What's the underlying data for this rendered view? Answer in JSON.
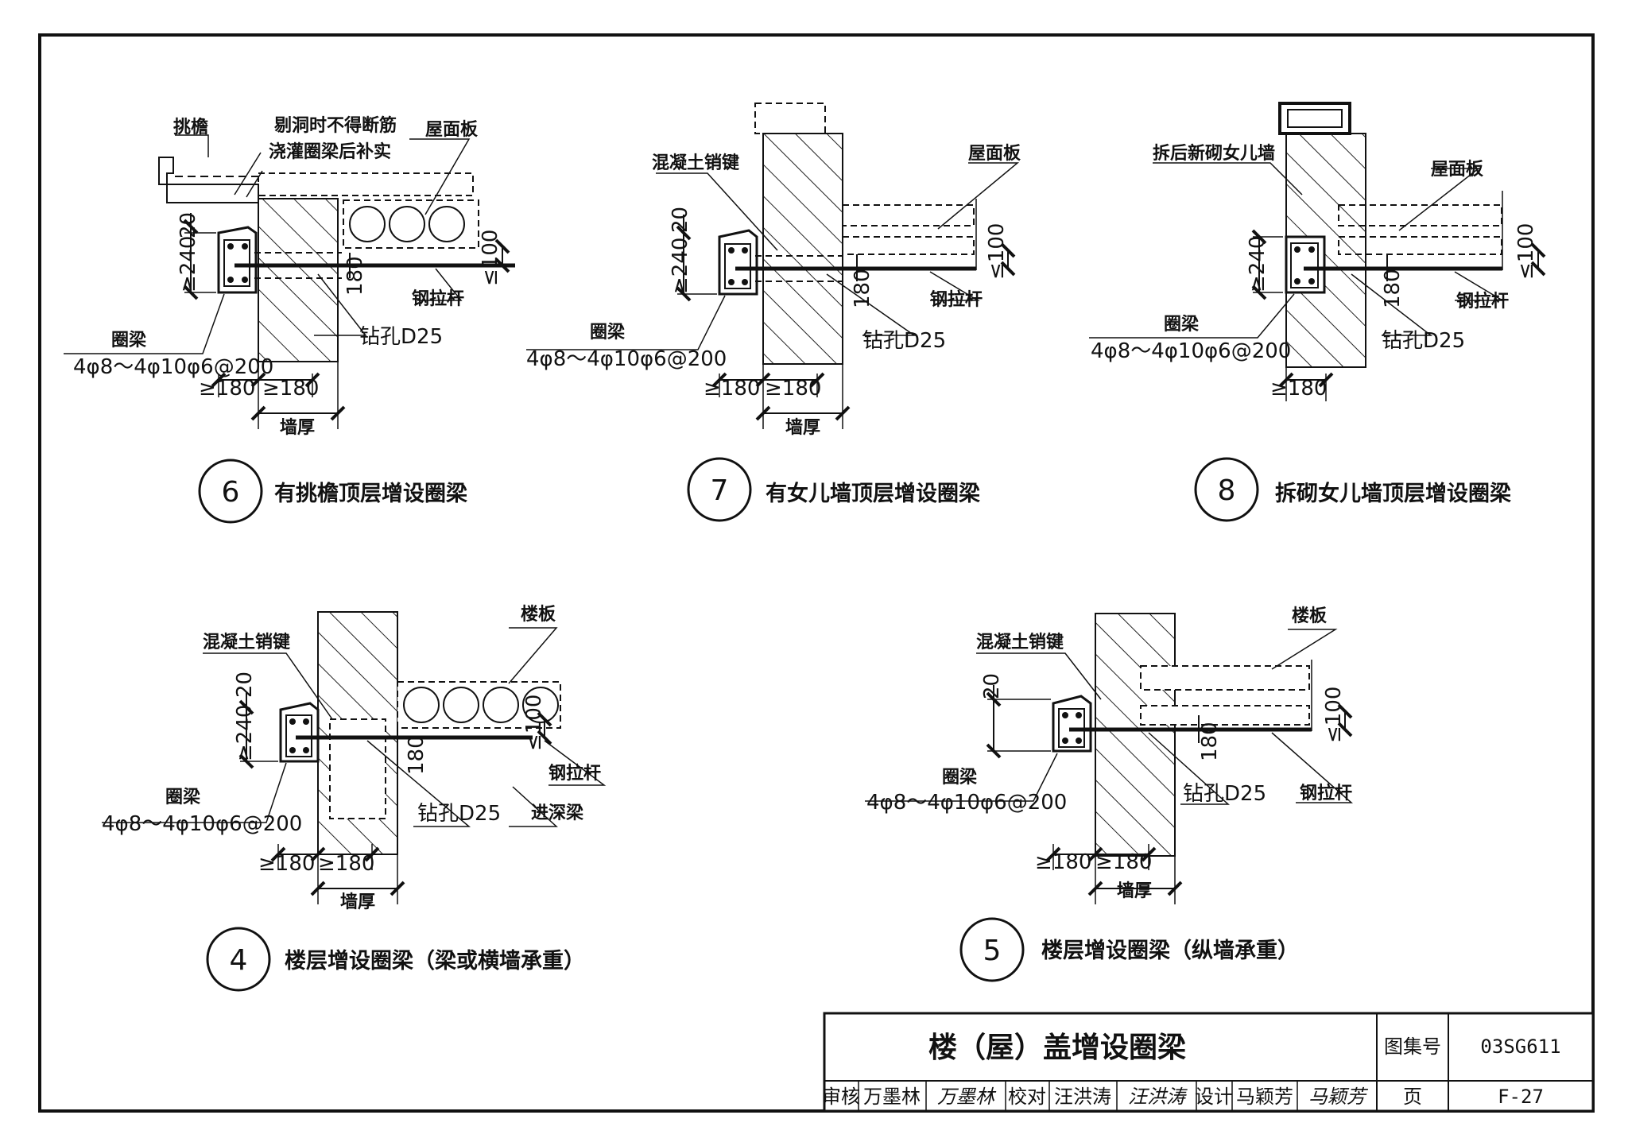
{
  "sheet": {
    "title": "楼（屋）盖增设圈梁",
    "atlas_label": "图集号",
    "atlas_no": "03SG611",
    "page_label": "页",
    "page_no": "F-27",
    "review_label": "审核",
    "reviewer": "万墨林",
    "reviewer_sign": "万墨林",
    "check_label": "校对",
    "checker": "汪洪涛",
    "checker_sign": "汪洪涛",
    "design_label": "设计",
    "designer": "马颖芳",
    "designer_sign": "马颖芳"
  },
  "details": {
    "d6": {
      "number": "6",
      "caption": "有挑檐顶层增设圈梁",
      "eave": "挑檐",
      "note1": "剔洞时不得断筋",
      "note2": "浇灌圈梁后补实",
      "slab": "屋面板",
      "ring_beam": "圈梁",
      "ring_rebar": "4φ8～4φ10φ6@200",
      "tie_rod": "钢拉杆",
      "drill": "钻孔D25",
      "dim_240": "≥240",
      "dim_20": "20",
      "dim_100": "≤100",
      "dim_180v": "180",
      "dim_180a": "≥180",
      "dim_180b": "≥180",
      "wall": "墙厚"
    },
    "d7": {
      "number": "7",
      "caption": "有女儿墙顶层增设圈梁",
      "key": "混凝土销键",
      "slab": "屋面板",
      "ring_beam": "圈梁",
      "ring_rebar": "4φ8～4φ10φ6@200",
      "tie_rod": "钢拉杆",
      "drill": "钻孔D25",
      "dim_240": "≥240",
      "dim_20": "20",
      "dim_100": "≤100",
      "dim_180v": "180",
      "dim_180a": "≥180",
      "dim_180b": "≥180",
      "wall": "墙厚"
    },
    "d8": {
      "number": "8",
      "caption": "拆砌女儿墙顶层增设圈梁",
      "parapet": "拆后新砌女儿墙",
      "slab": "屋面板",
      "ring_beam": "圈梁",
      "ring_rebar": "4φ8～4φ10φ6@200",
      "tie_rod": "钢拉杆",
      "drill": "钻孔D25",
      "dim_240": "≥240",
      "dim_100": "≤100",
      "dim_180v": "180",
      "dim_180a": "≥180"
    },
    "d4": {
      "number": "4",
      "caption": "楼层增设圈梁（梁或横墙承重）",
      "key": "混凝土销键",
      "slab": "楼板",
      "ring_beam": "圈梁",
      "ring_rebar": "4φ8～4φ10φ6@200",
      "tie_rod": "钢拉杆",
      "drill": "钻孔D25",
      "beam": "进深梁",
      "dim_240": "≥240",
      "dim_20": "20",
      "dim_100": "≤100",
      "dim_180v": "180",
      "dim_180a": "≥180",
      "dim_180b": "≥180",
      "wall": "墙厚"
    },
    "d5": {
      "number": "5",
      "caption": "楼层增设圈梁（纵墙承重）",
      "key": "混凝土销键",
      "slab": "楼板",
      "ring_beam": "圈梁",
      "ring_rebar": "4φ8～4φ10φ6@200",
      "tie_rod": "钢拉杆",
      "drill": "钻孔D25",
      "dim_20": "20",
      "dim_100": "≤100",
      "dim_180v": "180",
      "dim_180a": "≥180",
      "dim_180b": "≥180",
      "wall": "墙厚"
    }
  }
}
